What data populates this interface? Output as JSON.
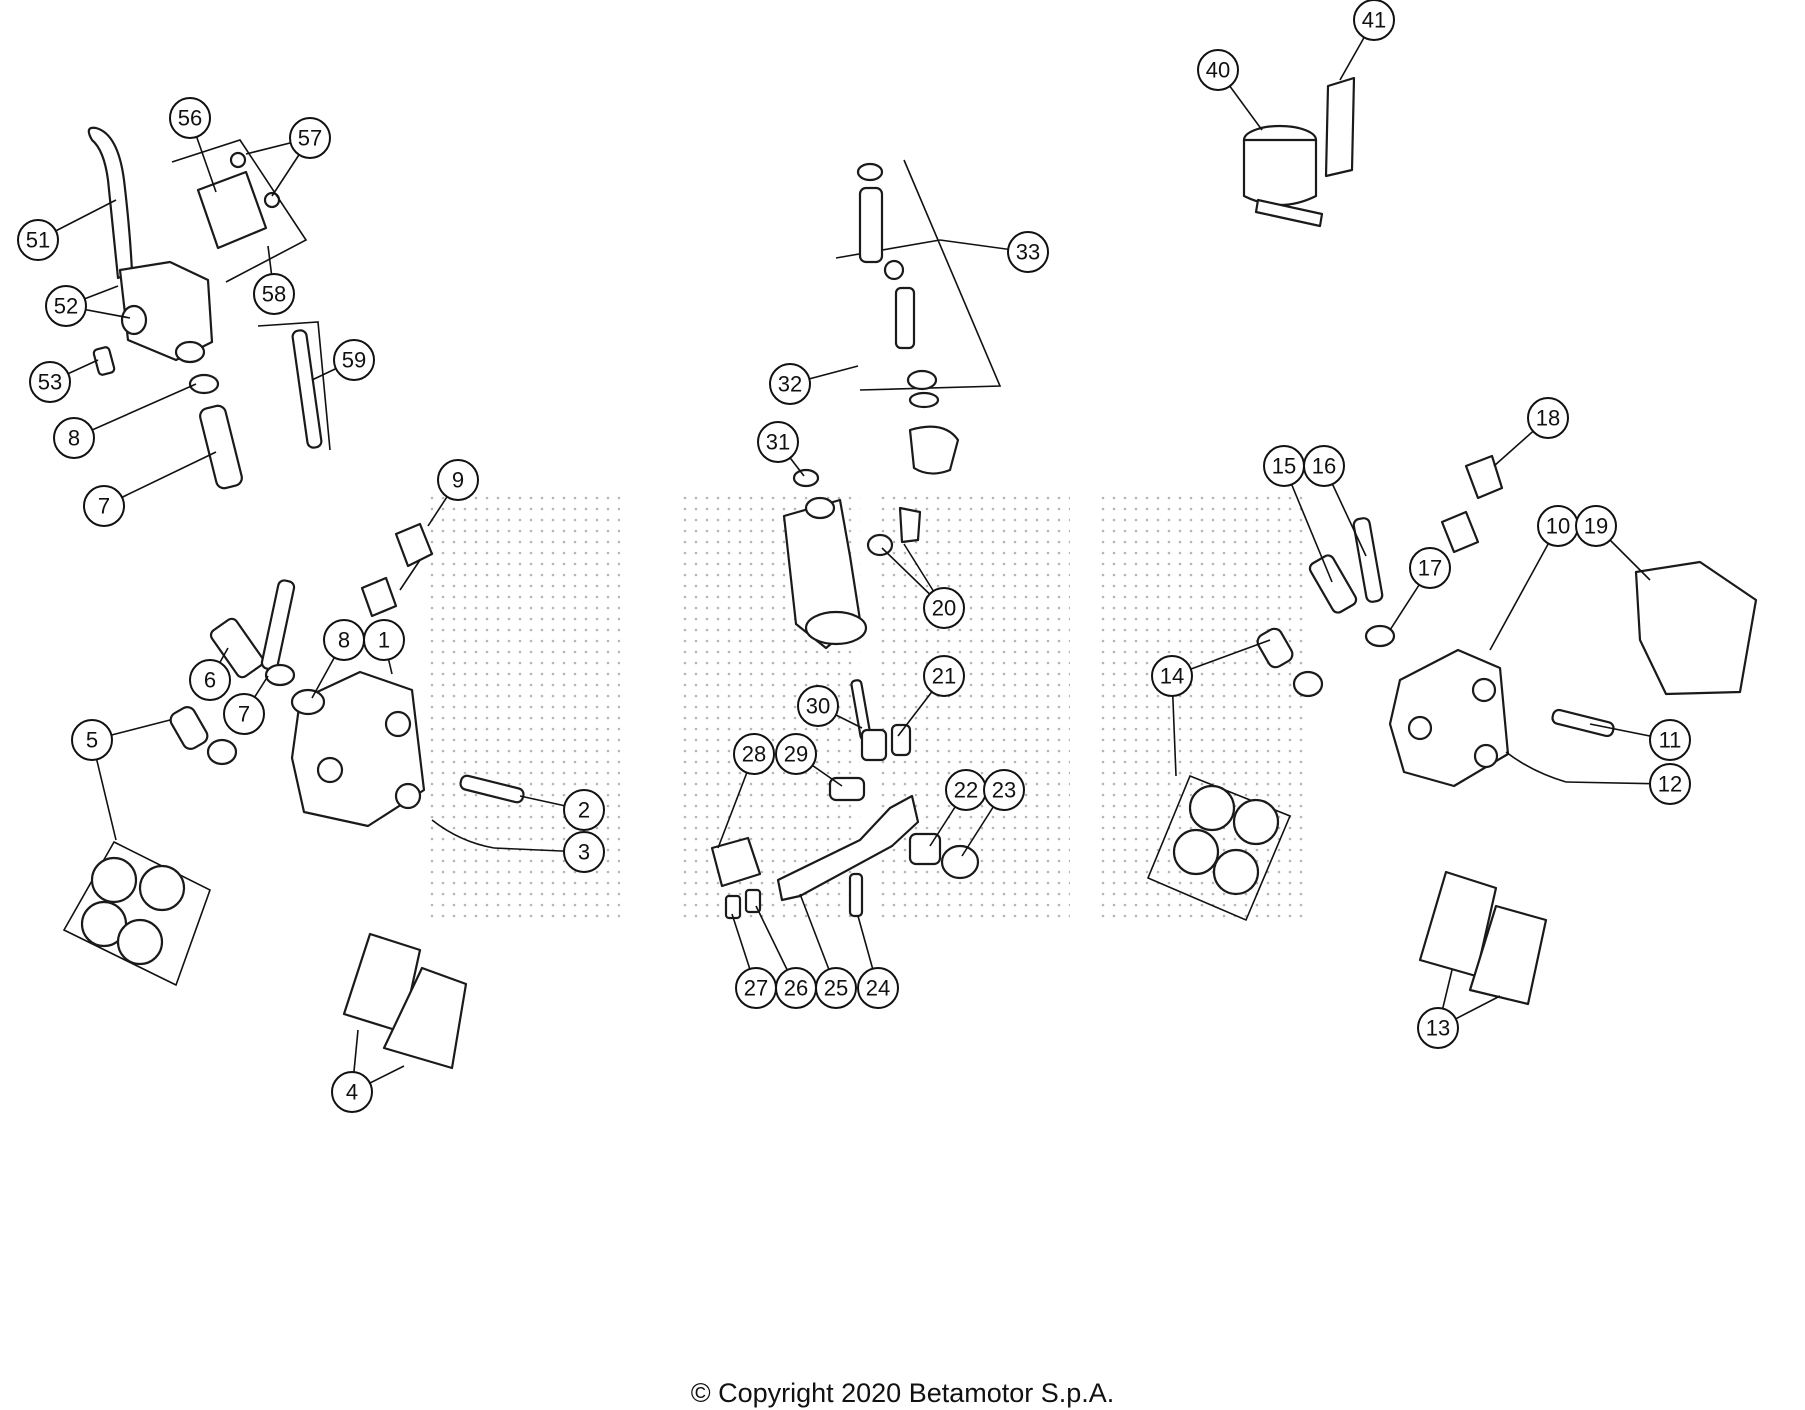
{
  "copyright": "© Copyright 2020 Betamotor S.p.A.",
  "callouts": [
    "1",
    "2",
    "3",
    "4",
    "5",
    "6",
    "7",
    "7",
    "8",
    "8",
    "9",
    "10",
    "11",
    "12",
    "13",
    "14",
    "15",
    "16",
    "17",
    "18",
    "19",
    "20",
    "21",
    "22",
    "23",
    "24",
    "25",
    "26",
    "27",
    "28",
    "29",
    "30",
    "31",
    "32",
    "33",
    "40",
    "41",
    "51",
    "52",
    "53",
    "56",
    "57",
    "58",
    "59"
  ],
  "colors": {
    "line": "#111111",
    "watermark": "#b9b9b9",
    "background": "#ffffff"
  }
}
